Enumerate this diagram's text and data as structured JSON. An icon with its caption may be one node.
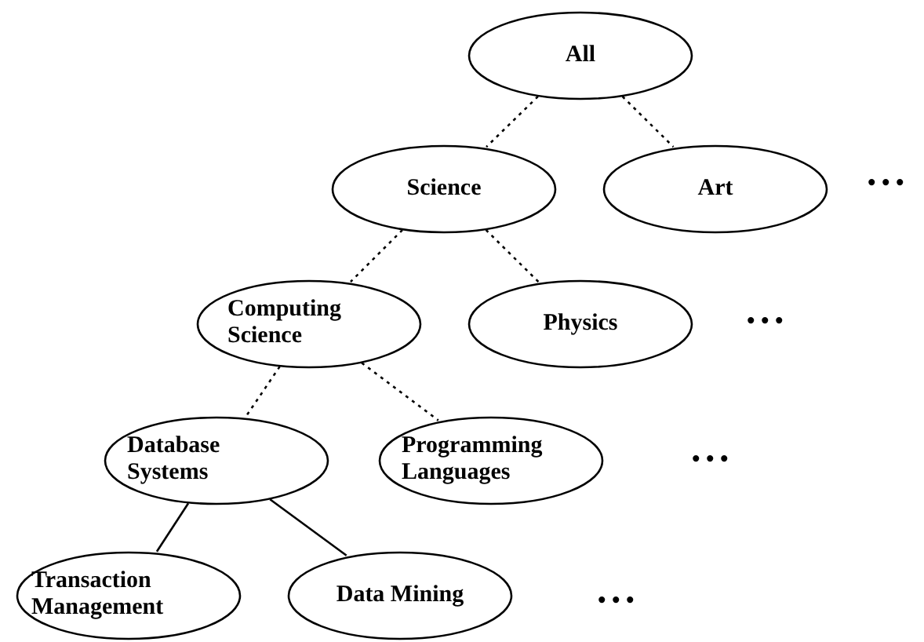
{
  "diagram": {
    "nodes": [
      {
        "text": [
          "All"
        ]
      },
      {
        "text": [
          "Science"
        ]
      },
      {
        "text": [
          "Art"
        ]
      },
      {
        "text": [
          "Computing Science"
        ]
      },
      {
        "text": [
          "Physics"
        ]
      },
      {
        "text": [
          "Database Systems"
        ]
      },
      {
        "text": [
          "Programming Languages"
        ]
      },
      {
        "text": [
          "Transaction Management"
        ]
      },
      {
        "text": [
          "Data Mining"
        ]
      }
    ],
    "edges": [
      {
        "from": 0,
        "to": 1,
        "arrow": "none",
        "style": "dashed"
      },
      {
        "from": 0,
        "to": 2,
        "arrow": "none",
        "style": "dashed"
      },
      {
        "from": 1,
        "to": 3,
        "arrow": "none",
        "style": "dashed"
      },
      {
        "from": 1,
        "to": 4,
        "arrow": "none",
        "style": "dashed"
      },
      {
        "from": 3,
        "to": 5,
        "arrow": "none",
        "style": "dashed"
      },
      {
        "from": 3,
        "to": 6,
        "arrow": "none",
        "style": "dashed"
      },
      {
        "from": 5,
        "to": 7,
        "arrow": "none"
      },
      {
        "from": 5,
        "to": 8,
        "arrow": "none"
      }
    ],
    "labels": [
      "• • •",
      "• • •",
      "• • •",
      "• • •"
    ]
  }
}
